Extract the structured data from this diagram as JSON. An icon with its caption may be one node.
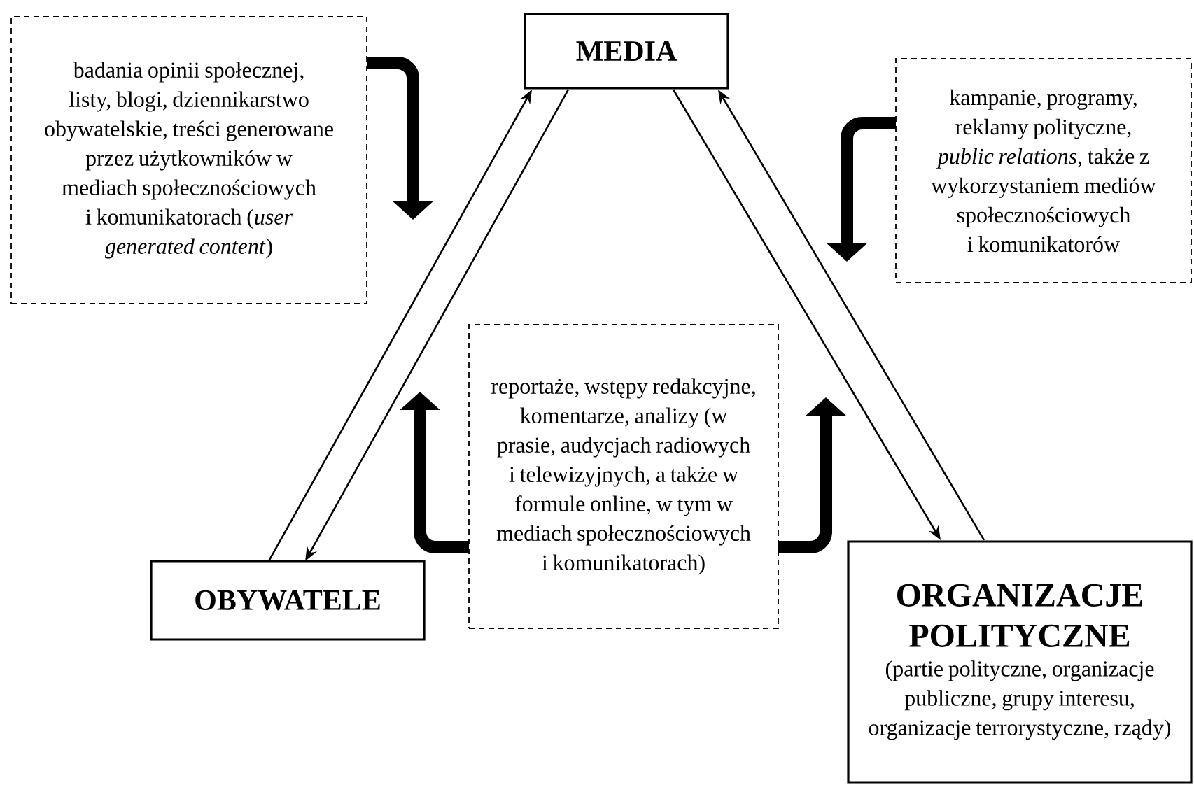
{
  "diagram": {
    "nodes": [
      {
        "text": [
          "MEDIA"
        ]
      },
      {
        "text": [
          "OBYWATELE"
        ]
      },
      {
        "text": [
          "ORGANIZACJE POLITYCZNE",
          "(partie polityczne, organizacje publiczne, grupy interesu, organizacje terrorystyczne, rządy)"
        ]
      },
      {
        "text": [
          "badania opinii społecznej, listy, blogi, dziennikarstwo obywatelskie, treści generowane przez użytkowników w mediach społecznościowych i komunikatorach (*user generated content*)"
        ]
      },
      {
        "text": [
          "kampanie, programy, reklamy polityczne, *public relations*, także z wykorzystaniem mediów społecznościowych i komunikatorów"
        ]
      },
      {
        "text": [
          "reportaże, wstępy redakcyjne, komentarze, analizy (w prasie, audycjach radiowych i telewizyjnych, a także w formule online, w tym w mediach społecznościowych i komunikatorach)"
        ]
      }
    ],
    "edges": [
      {
        "from": 1,
        "to": 0,
        "arrow": "to"
      },
      {
        "from": 0,
        "to": 1,
        "arrow": "to"
      },
      {
        "from": 2,
        "to": 0,
        "arrow": "to"
      },
      {
        "from": 0,
        "to": 2,
        "arrow": "to"
      },
      {
        "from": 3,
        "to": null,
        "arrow": "to",
        "style": "thick"
      },
      {
        "from": 4,
        "to": null,
        "arrow": "to",
        "style": "thick"
      },
      {
        "from": 5,
        "to": null,
        "arrow": "to",
        "style": "thick"
      },
      {
        "from": 5,
        "to": null,
        "arrow": "to",
        "style": "thick"
      }
    ]
  }
}
